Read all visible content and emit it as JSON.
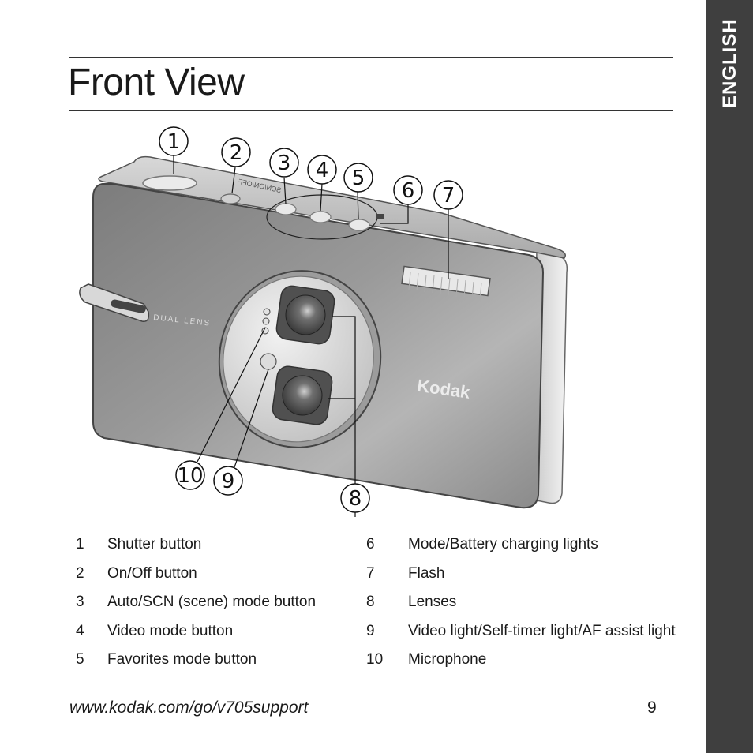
{
  "side_tab": {
    "label": "ENGLISH"
  },
  "page": {
    "title": "Front View"
  },
  "figure": {
    "camera_text": {
      "brand": "Kodak",
      "lens_label": "DUAL LENS",
      "mode_label": "SCN/ON/OFF"
    },
    "callouts": [
      "1",
      "2",
      "3",
      "4",
      "5",
      "6",
      "7",
      "8",
      "9",
      "10"
    ]
  },
  "legend": {
    "left": [
      {
        "num": "1",
        "label": "Shutter button"
      },
      {
        "num": "2",
        "label": "On/Off button"
      },
      {
        "num": "3",
        "label": "Auto/SCN (scene) mode button"
      },
      {
        "num": "4",
        "label": "Video mode button"
      },
      {
        "num": "5",
        "label": "Favorites mode button"
      }
    ],
    "right": [
      {
        "num": "6",
        "label": "Mode/Battery charging lights"
      },
      {
        "num": "7",
        "label": "Flash"
      },
      {
        "num": "8",
        "label": "Lenses"
      },
      {
        "num": "9",
        "label": "Video light/Self-timer light/AF assist light"
      },
      {
        "num": "10",
        "label": "Microphone"
      }
    ]
  },
  "footer": {
    "url": "www.kodak.com/go/v705support",
    "page_number": "9"
  }
}
